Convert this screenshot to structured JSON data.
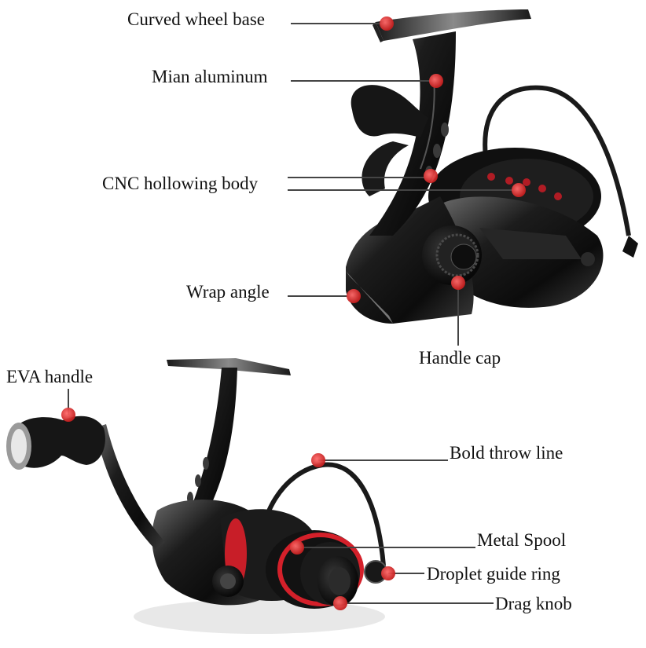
{
  "colors": {
    "body_black": "#141414",
    "body_highlight": "#5a5a5a",
    "accent_red": "#d4202a",
    "callout_dot": "#e23a3a",
    "leader_line": "#444444",
    "label_text": "#111111"
  },
  "callouts": {
    "curved_wheel_base": "Curved wheel base",
    "main_aluminum": "Mian aluminum",
    "cnc_hollowing_body": "CNC hollowing body",
    "wrap_angle": "Wrap angle",
    "handle_cap": "Handle cap",
    "eva_handle": "EVA handle",
    "bold_throw_line": "Bold throw line",
    "metal_spool": "Metal Spool",
    "droplet_guide_ring": "Droplet guide ring",
    "drag_knob": "Drag knob"
  }
}
